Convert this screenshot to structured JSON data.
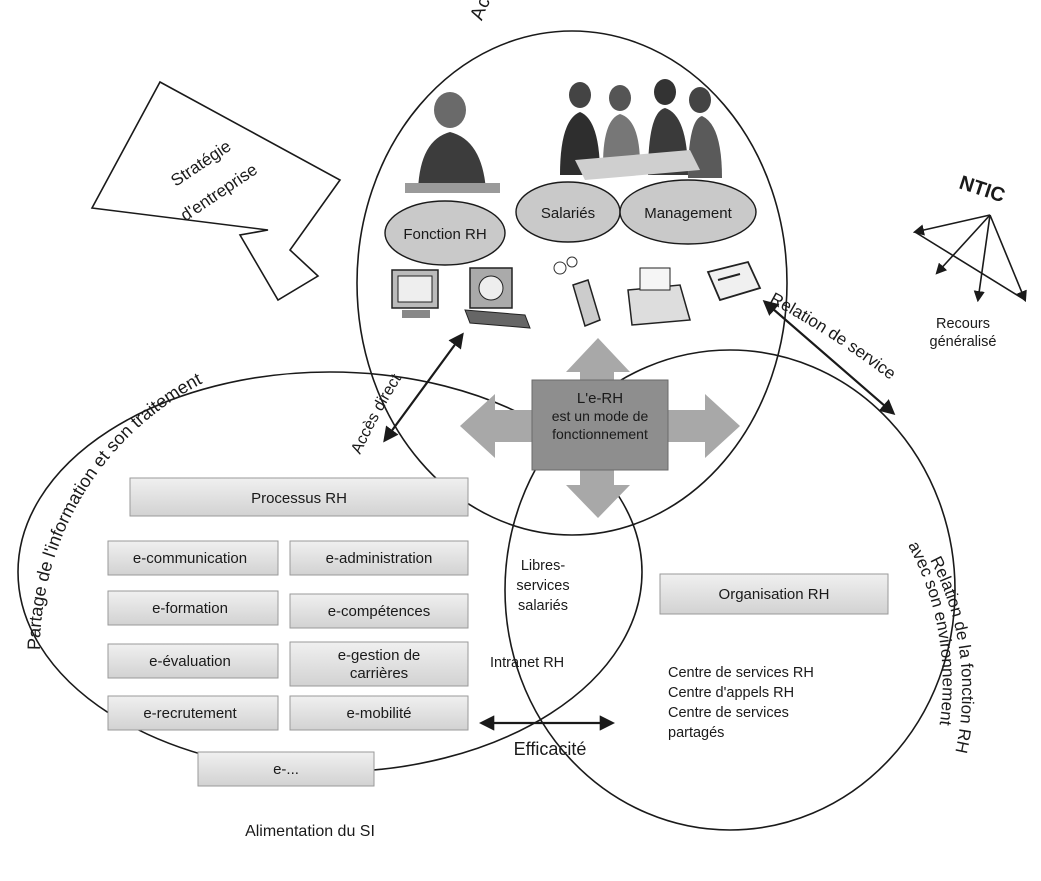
{
  "top_circle": {
    "title": "Acteurs multiples",
    "actors": [
      "Fonction RH",
      "Salariés",
      "Management"
    ]
  },
  "left_circle": {
    "arc_label": "Partage de l'information et son traitement",
    "bottom_label": "Alimentation du SI",
    "header": "Processus RH",
    "modules": [
      "e-communication",
      "e-administration",
      "e-formation",
      "e-compétences",
      "e-évaluation",
      "e-gestion de",
      "carrières",
      "e-recrutement",
      "e-mobilité",
      "e-..."
    ]
  },
  "right_circle": {
    "arc_label": "Relation de la fonction RH",
    "arc_label_2": "avec son environnement",
    "header": "Organisation RH",
    "lines": [
      "Centre de services RH",
      "Centre d'appels RH",
      "Centre de services",
      "partagés"
    ]
  },
  "center": {
    "lines": [
      "L'e-RH",
      "est un mode de",
      "fonctionnement"
    ]
  },
  "middle": {
    "libres": [
      "Libres-",
      "services",
      "salariés"
    ],
    "intranet": "Intranet RH",
    "efficacite": "Efficacité"
  },
  "links": {
    "acces_direct": "Accès direct",
    "relation_service": "Relation de service"
  },
  "strategy": {
    "lines": [
      "Stratégie",
      "d'entreprise"
    ]
  },
  "ntic": {
    "title": "NTIC",
    "lines": [
      "Recours",
      "généralisé"
    ]
  },
  "colors": {
    "ink": "#1a1a1a",
    "ellipse_fill": "#c9c9c9",
    "box_fill": "#dcdcdc",
    "arrow_fill": "#a8a8a8",
    "center_box": "#8e8e8e"
  },
  "icons": [
    "people-icon",
    "computer-icon",
    "desk-terminal-icon",
    "phone-icon",
    "fax-icon",
    "mail-icon"
  ]
}
